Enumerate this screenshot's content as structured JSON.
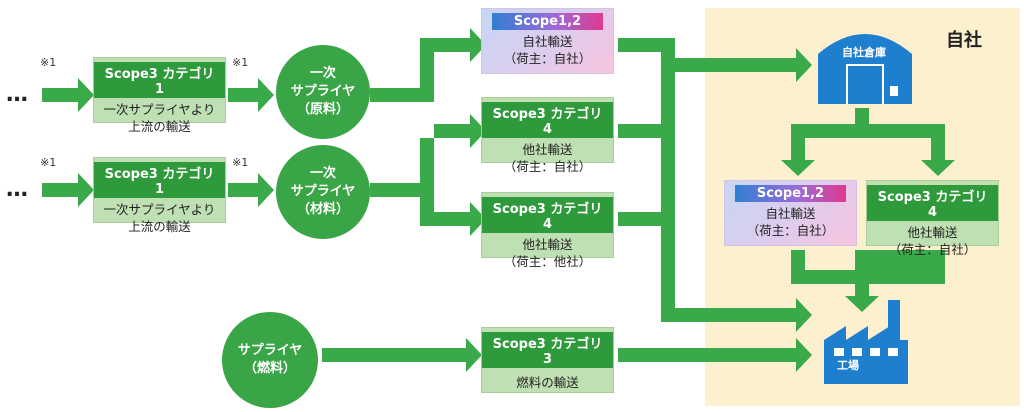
{
  "own_company": {
    "title": "自社"
  },
  "notes": {
    "mark": "※1"
  },
  "dots": "…",
  "rows": [
    {
      "category_tag": "Scope3 カテゴリ 1",
      "line1": "一次サプライヤより",
      "line2": "上流の輸送"
    },
    {
      "category_tag": "Scope3 カテゴリ 1",
      "line1": "一次サプライヤより",
      "line2": "上流の輸送"
    }
  ],
  "suppliers": [
    {
      "line1": "一次",
      "line2": "サプライヤ",
      "line3": "（原料）"
    },
    {
      "line1": "一次",
      "line2": "サプライヤ",
      "line3": "（材料）"
    },
    {
      "line1": "サプライヤ",
      "line2": "（燃料）"
    }
  ],
  "transports": [
    {
      "tag": "Scope1,2",
      "line1": "自社輸送",
      "line2": "（荷主：自社）"
    },
    {
      "tag": "Scope3 カテゴリ 4",
      "line1": "他社輸送",
      "line2": "（荷主：自社）"
    },
    {
      "tag": "Scope3 カテゴリ 4",
      "line1": "他社輸送",
      "line2": "（荷主：他社）"
    },
    {
      "tag": "Scope3 カテゴリ 3",
      "line1": "燃料の輸送"
    }
  ],
  "internal": [
    {
      "tag": "Scope1,2",
      "line1": "自社輸送",
      "line2": "（荷主：自社）"
    },
    {
      "tag": "Scope3 カテゴリ 4",
      "line1": "他社輸送",
      "line2": "（荷主：自社）"
    }
  ],
  "warehouse": {
    "label": "自社倉庫"
  },
  "factory": {
    "label": "工場"
  },
  "colors": {
    "arrow": "#3aa94a",
    "box": "#bfe0b2",
    "own_bg": "#fdf0cf",
    "icon": "#1f7fcf"
  }
}
